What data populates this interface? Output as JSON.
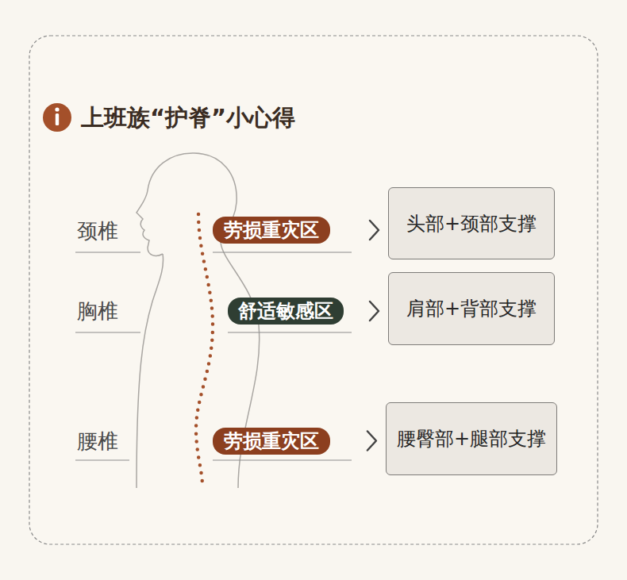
{
  "diagram": {
    "title": "上班族“护脊”小心得",
    "nodes": [
      {
        "text": [
          "劳损重灾区"
        ]
      },
      {
        "text": [
          "头部+颈部支撑"
        ]
      },
      {
        "text": [
          "舒适敏感区"
        ]
      },
      {
        "text": [
          "肩部+背部支撑"
        ]
      },
      {
        "text": [
          "劳损重灾区"
        ]
      },
      {
        "text": [
          "腰臀部+腿部支撑"
        ]
      }
    ],
    "edges": [
      {
        "from": 0,
        "to": 1,
        "arrow": "to"
      },
      {
        "from": 2,
        "to": 3,
        "arrow": "to"
      },
      {
        "from": 4,
        "to": 5,
        "arrow": "to"
      }
    ],
    "labels": [
      "颈椎",
      "胸椎",
      "腰椎"
    ]
  }
}
